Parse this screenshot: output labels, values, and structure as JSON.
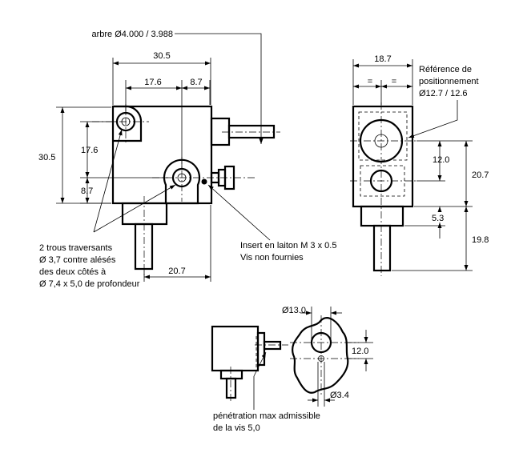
{
  "labels": {
    "shaft_dia": "arbre Ø4.000 / 3.988",
    "ref_line1": "Référence de",
    "ref_line2": "positionnement",
    "ref_line3": "Ø12.7 / 12.6",
    "holes_line1": "2 trous traversants",
    "holes_line2": "Ø 3,7 contre alésés",
    "holes_line3": "des deux côtés à",
    "holes_line4": "Ø 7,4 x 5,0 de profondeur",
    "insert_line1": "Insert en laiton M 3 x 0.5",
    "insert_line2": "Vis non fournies",
    "penetration_line1": "pénétration max admissible",
    "penetration_line2": "de la vis 5,0"
  },
  "dimensions": {
    "front_width": "30.5",
    "front_17_6_h": "17.6",
    "front_8_7_h": "8.7",
    "front_height": "30.5",
    "front_17_6_v": "17.6",
    "front_8_7_v": "8.7",
    "front_20_7": "20.7",
    "side_width": "18.7",
    "side_eq_a": "=",
    "side_eq_b": "=",
    "side_12_0": "12.0",
    "side_20_7": "20.7",
    "side_5_3": "5.3",
    "side_19_8": "19.8",
    "detail_d13": "Ø13.0",
    "detail_12_0": "12.0",
    "detail_d3_4": "Ø3.4"
  }
}
